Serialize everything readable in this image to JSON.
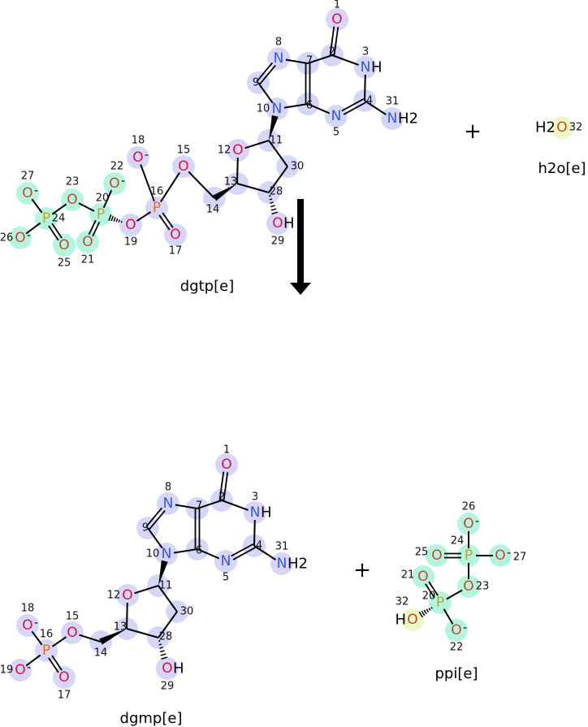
{
  "reaction": {
    "reactants": [
      "dgtp[e]",
      "h2o[e]"
    ],
    "products": [
      "dgmp[e]",
      "ppi[e]"
    ],
    "plus_sign": "+",
    "arrow": "reaction-arrow"
  },
  "colors": {
    "nucleotide_highlight": "#d6d6f8",
    "pyrophosphate_highlight": "#b4f5df",
    "water_highlight": "#ecf9c4",
    "oxygen": "#e0103c",
    "oxygen_ppi": "#d0442a",
    "nitrogen": "#3355f0",
    "phosphorus": "#e07020",
    "phosphorus_ppi": "#c8a020",
    "bond": "#000000"
  },
  "molecules": [
    {
      "name": "dgtp[e]",
      "atoms": [
        {
          "id": "1",
          "el": "O"
        },
        {
          "id": "2",
          "el": "C"
        },
        {
          "id": "3",
          "el": "N",
          "h": "H"
        },
        {
          "id": "4",
          "el": "C"
        },
        {
          "id": "5",
          "el": "N"
        },
        {
          "id": "6",
          "el": "C"
        },
        {
          "id": "7",
          "el": "C"
        },
        {
          "id": "8",
          "el": "N"
        },
        {
          "id": "9",
          "el": "C"
        },
        {
          "id": "10",
          "el": "N"
        },
        {
          "id": "11",
          "el": "C"
        },
        {
          "id": "12",
          "el": "O"
        },
        {
          "id": "13",
          "el": "C"
        },
        {
          "id": "14",
          "el": "C"
        },
        {
          "id": "15",
          "el": "O"
        },
        {
          "id": "16",
          "el": "P"
        },
        {
          "id": "17",
          "el": "O"
        },
        {
          "id": "18",
          "el": "O",
          "charge": "-"
        },
        {
          "id": "19",
          "el": "O"
        },
        {
          "id": "20",
          "el": "P"
        },
        {
          "id": "21",
          "el": "O"
        },
        {
          "id": "22",
          "el": "O",
          "charge": "-"
        },
        {
          "id": "23",
          "el": "O"
        },
        {
          "id": "24",
          "el": "P"
        },
        {
          "id": "25",
          "el": "O"
        },
        {
          "id": "26",
          "el": "O",
          "charge": "-"
        },
        {
          "id": "27",
          "el": "O",
          "charge": "-"
        },
        {
          "id": "28",
          "el": "C"
        },
        {
          "id": "29",
          "el": "O",
          "h": "H"
        },
        {
          "id": "30",
          "el": "C"
        },
        {
          "id": "31",
          "el": "N",
          "h": "H2"
        }
      ]
    },
    {
      "name": "h2o[e]",
      "atoms": [
        {
          "id": "32",
          "el": "O",
          "hpre": "H2"
        }
      ]
    },
    {
      "name": "dgmp[e]",
      "atoms": [
        {
          "id": "1",
          "el": "O"
        },
        {
          "id": "2",
          "el": "C"
        },
        {
          "id": "3",
          "el": "N",
          "h": "H"
        },
        {
          "id": "4",
          "el": "C"
        },
        {
          "id": "5",
          "el": "N"
        },
        {
          "id": "6",
          "el": "C"
        },
        {
          "id": "7",
          "el": "C"
        },
        {
          "id": "8",
          "el": "N"
        },
        {
          "id": "9",
          "el": "C"
        },
        {
          "id": "10",
          "el": "N"
        },
        {
          "id": "11",
          "el": "C"
        },
        {
          "id": "12",
          "el": "O"
        },
        {
          "id": "13",
          "el": "C"
        },
        {
          "id": "14",
          "el": "C"
        },
        {
          "id": "15",
          "el": "O"
        },
        {
          "id": "16",
          "el": "P"
        },
        {
          "id": "17",
          "el": "O"
        },
        {
          "id": "18",
          "el": "O",
          "charge": "-"
        },
        {
          "id": "19",
          "el": "O",
          "charge": "-"
        },
        {
          "id": "28",
          "el": "C"
        },
        {
          "id": "29",
          "el": "O",
          "h": "H"
        },
        {
          "id": "30",
          "el": "C"
        },
        {
          "id": "31",
          "el": "N",
          "h": "H2"
        }
      ]
    },
    {
      "name": "ppi[e]",
      "atoms": [
        {
          "id": "20",
          "el": "P"
        },
        {
          "id": "21",
          "el": "O"
        },
        {
          "id": "22",
          "el": "O",
          "charge": "-"
        },
        {
          "id": "23",
          "el": "O"
        },
        {
          "id": "24",
          "el": "P"
        },
        {
          "id": "25",
          "el": "O"
        },
        {
          "id": "26",
          "el": "O",
          "charge": "-"
        },
        {
          "id": "27",
          "el": "O",
          "charge": "-"
        },
        {
          "id": "32",
          "el": "O",
          "hpre": "H"
        }
      ]
    }
  ]
}
